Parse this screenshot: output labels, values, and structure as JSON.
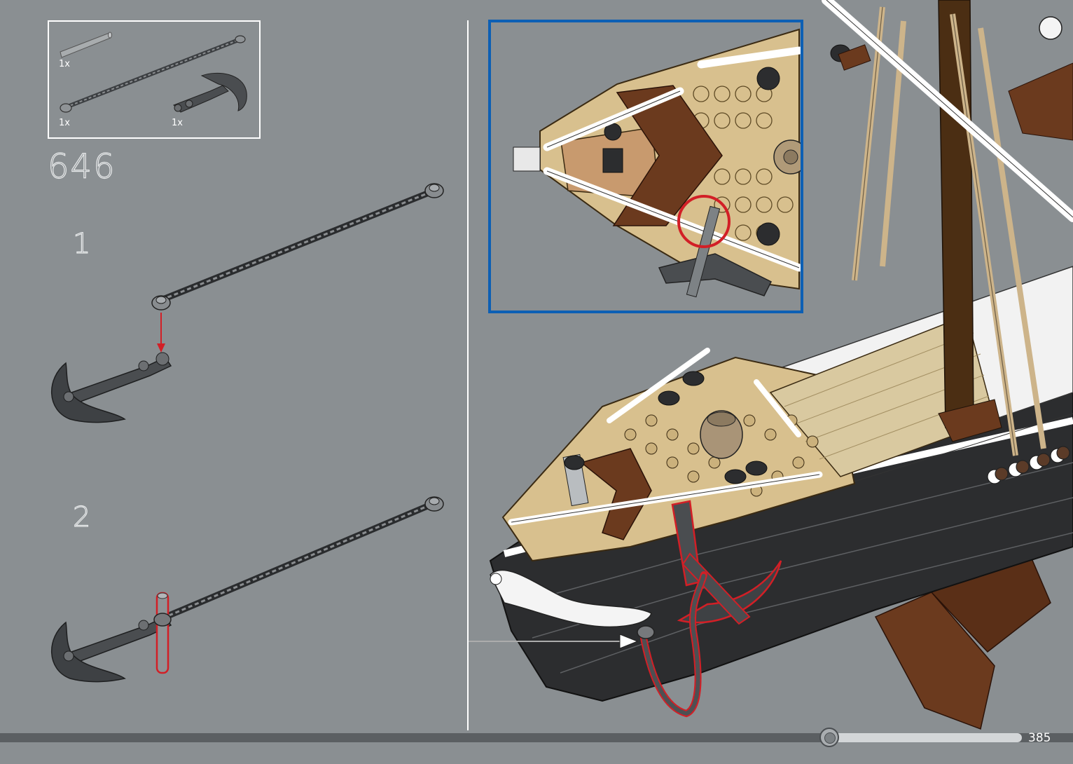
{
  "parts_list": {
    "items": [
      {
        "qty": "1x",
        "part": "bar-icon"
      },
      {
        "qty": "1x",
        "part": "chain-icon"
      },
      {
        "qty": "1x",
        "part": "anchor-icon"
      }
    ]
  },
  "step": "646",
  "substeps": [
    {
      "number": "1"
    },
    {
      "number": "2"
    }
  ],
  "progress": {
    "fraction": 0.81
  },
  "page_number": "385",
  "colors": {
    "background": "#8a8f92",
    "callout_border": "#0c5fb4",
    "highlight": "#d21f26",
    "part_dark": "#4a4d50",
    "tan": "#d8c08e",
    "brown": "#6b3a1e",
    "hull": "#2c2d2f"
  }
}
